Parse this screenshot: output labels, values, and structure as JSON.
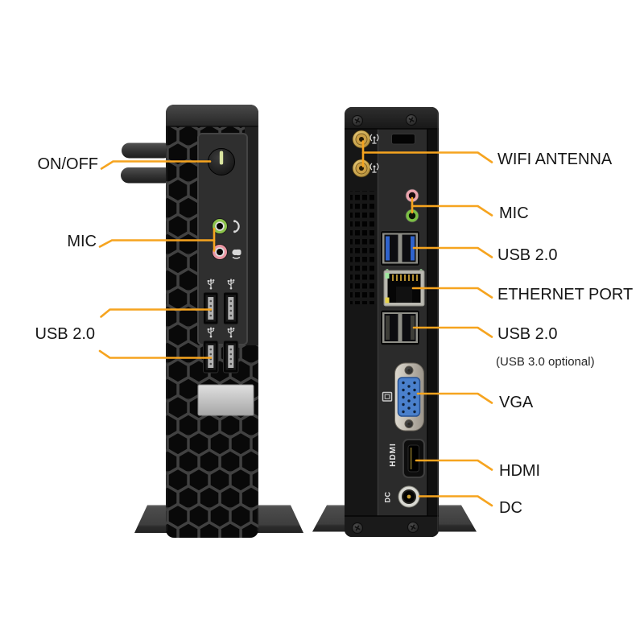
{
  "product": {
    "front_view": {
      "labels": {
        "power": "ON/OFF",
        "mic": "MIC",
        "usb": "USB 2.0"
      }
    },
    "back_view": {
      "labels": {
        "wifi": "WIFI ANTENNA",
        "mic": "MIC",
        "usb_top": "USB 2.0",
        "ethernet": "ETHERNET PORT",
        "usb_bottom": "USB 2.0",
        "usb_note": "(USB 3.0 optional)",
        "vga": "VGA",
        "hdmi": "HDMI",
        "dc": "DC"
      },
      "printed_on_device": {
        "hdmi": "HDMI",
        "dc": "DC"
      }
    },
    "colors": {
      "callout_accent": "#F6A41F",
      "label_text": "#161616",
      "usb3_blue": "#2F63CC",
      "vga_blue": "#4A80CC",
      "antenna_gold": "#C9A44C",
      "jack_green": "#8CC34B",
      "jack_pink": "#EA96A2",
      "led_green": "#9FE89F",
      "led_yellow": "#E8D44A",
      "chassis_black": "#1D1D1D",
      "stand_gray": "#474747",
      "plate_silver": "#CFCFCF"
    },
    "icons": {
      "power": "power-button",
      "headphone": "headphone-icon",
      "mic": "mic-icon",
      "usb": "usb-trident-icon",
      "wifi": "wifi-antenna-icon",
      "monitor": "monitor-icon"
    }
  }
}
